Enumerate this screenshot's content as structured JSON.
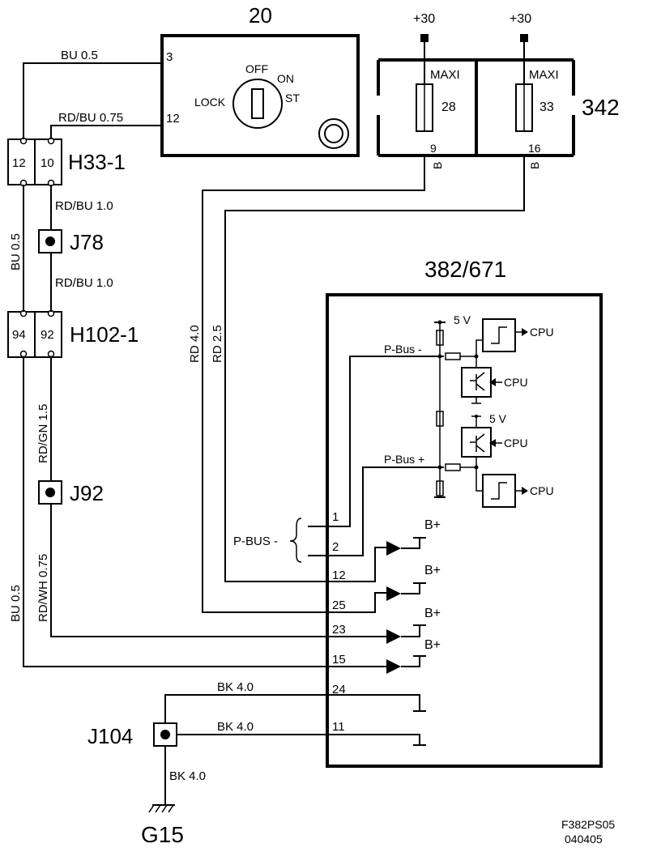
{
  "components": {
    "ignition_switch": {
      "id": "20",
      "pin_top": "3",
      "pin_bottom": "12",
      "positions": {
        "off": "OFF",
        "on": "ON",
        "lock": "LOCK",
        "st": "ST"
      }
    },
    "fuse_box": {
      "id": "342",
      "supply_left": "+30",
      "supply_right": "+30",
      "fuse_left": {
        "type": "MAXI",
        "number": "28",
        "pin": "9"
      },
      "fuse_right": {
        "type": "MAXI",
        "number": "33",
        "pin": "16"
      }
    },
    "connector_h33": {
      "id": "H33-1",
      "pin_left": "12",
      "pin_right": "10"
    },
    "connector_h102": {
      "id": "H102-1",
      "pin_left": "94",
      "pin_right": "92"
    },
    "splice_j78": "J78",
    "splice_j92": "J92",
    "splice_j104": "J104",
    "ground": "G15",
    "control_module": {
      "id": "382/671",
      "pins": [
        "1",
        "2",
        "12",
        "25",
        "23",
        "15",
        "24",
        "11"
      ],
      "labels": {
        "vref_top": "5 V",
        "vref_mid": "5 V",
        "cpu": "CPU",
        "pbus_minus": "P-Bus -",
        "pbus_plus": "P-Bus +",
        "bplus": "B+"
      }
    },
    "pbus_label": "P-BUS -"
  },
  "wires": {
    "bu_05_top": "BU  0.5",
    "rdbu_075": "RD/BU   0.75",
    "rdbu_10_a": "RD/BU 1.0",
    "rdbu_10_b": "RD/BU 1.0",
    "bu_05_left": "BU  0.5",
    "rdgn_15": "RD/GN  1.5",
    "rdwh_075": "RD/WH  0.75",
    "bu_05_bottom": "BU  0.5",
    "rd_40": "RD  4.0",
    "rd_25": "RD  2.5",
    "b_left": "B",
    "b_right": "B",
    "bk_40_a": "BK  4.0",
    "bk_40_b": "BK  4.0",
    "bk_40_c": "BK  4.0"
  },
  "footer": {
    "figure": "F382PS05",
    "date": "040405"
  }
}
